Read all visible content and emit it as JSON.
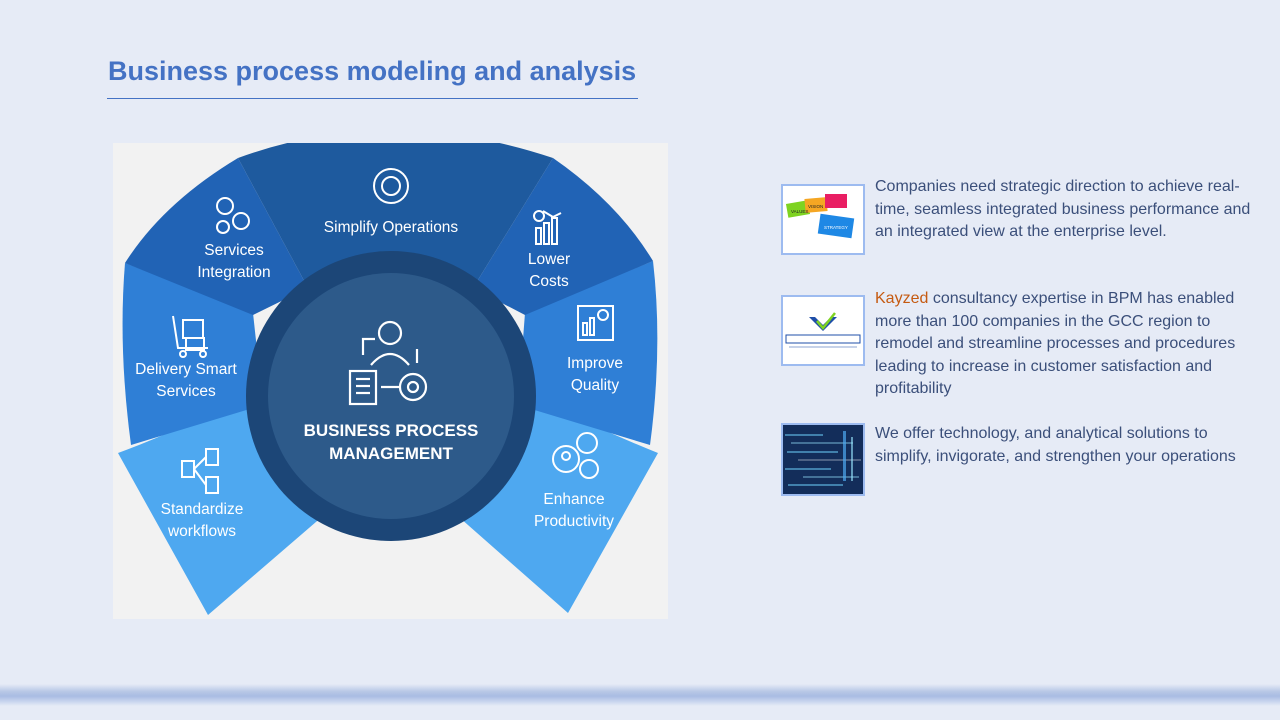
{
  "title": "Business process modeling and analysis",
  "diagram": {
    "center": {
      "line1": "BUSINESS PROCESS",
      "line2": "MANAGEMENT"
    },
    "segments": [
      {
        "id": "simplify",
        "lines": [
          "Simplify Operations"
        ],
        "icon": "gear-cycle-icon"
      },
      {
        "id": "services",
        "lines": [
          "Services",
          "Integration"
        ],
        "icon": "puzzle-gears-icon"
      },
      {
        "id": "costs",
        "lines": [
          "Lower",
          "Costs"
        ],
        "icon": "money-chart-icon"
      },
      {
        "id": "delivery",
        "lines": [
          "Delivery Smart",
          "Services"
        ],
        "icon": "delivery-cart-icon"
      },
      {
        "id": "quality",
        "lines": [
          "Improve",
          "Quality"
        ],
        "icon": "quality-chart-icon"
      },
      {
        "id": "workflows",
        "lines": [
          "Standardize",
          "workflows"
        ],
        "icon": "documents-flow-icon"
      },
      {
        "id": "productivity",
        "lines": [
          "Enhance",
          "Productivity"
        ],
        "icon": "people-gears-icon"
      }
    ],
    "colors": {
      "dark": "#1e5a9e",
      "mid": "#2f7fd6",
      "light": "#4ea8f0",
      "hub": "#2d5a8a",
      "ring": "#1c4677"
    }
  },
  "bullets": [
    {
      "image": "puzzle-strategy-image",
      "puzzle_labels": [
        "VISION",
        "VALUES",
        "STRATEGY"
      ],
      "text": "Companies need strategic direction to achieve real-time, seamless integrated business performance and an integrated view at the enterprise level."
    },
    {
      "image": "kayzed-logo",
      "brand": "Kayzed",
      "text": " consultancy expertise in BPM has enabled more than 100 companies in the GCC region to remodel and streamline processes and procedures leading to increase in customer satisfaction and profitability"
    },
    {
      "image": "technology-data-image",
      "text": "We offer technology, and analytical solutions to simplify, invigorate, and strengthen your operations"
    }
  ]
}
